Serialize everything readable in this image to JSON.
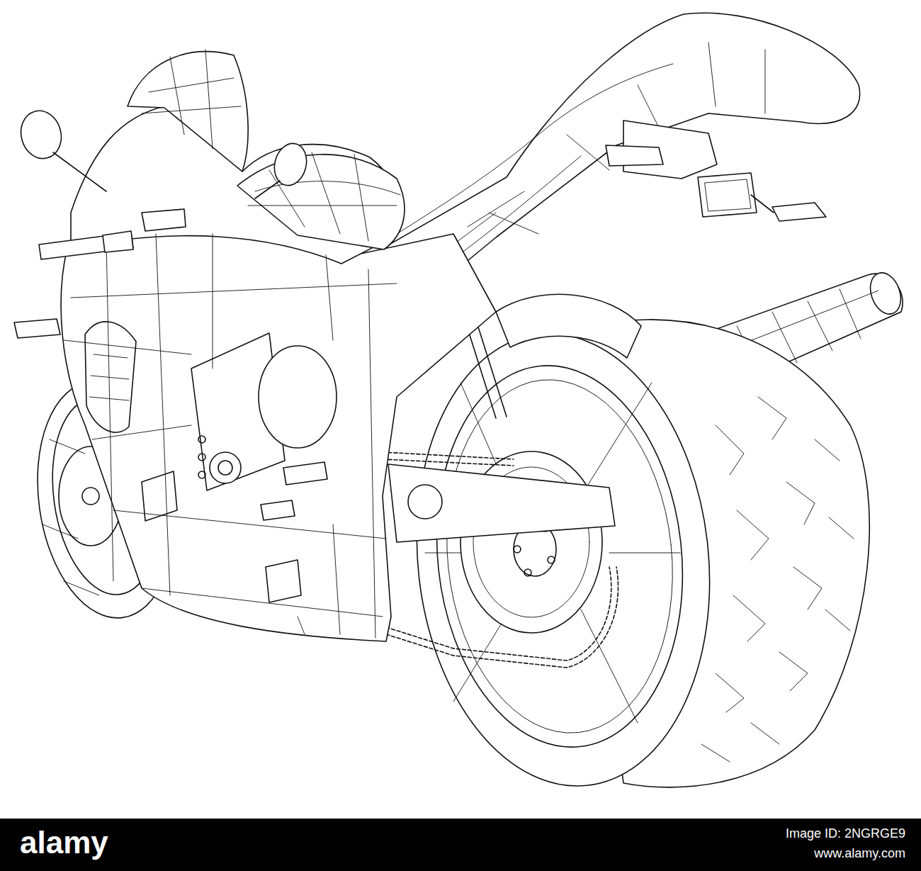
{
  "diagram": {
    "labels": [
      "alamy",
      "Image ID: 2NGRGE9",
      "www.alamy.com"
    ]
  }
}
